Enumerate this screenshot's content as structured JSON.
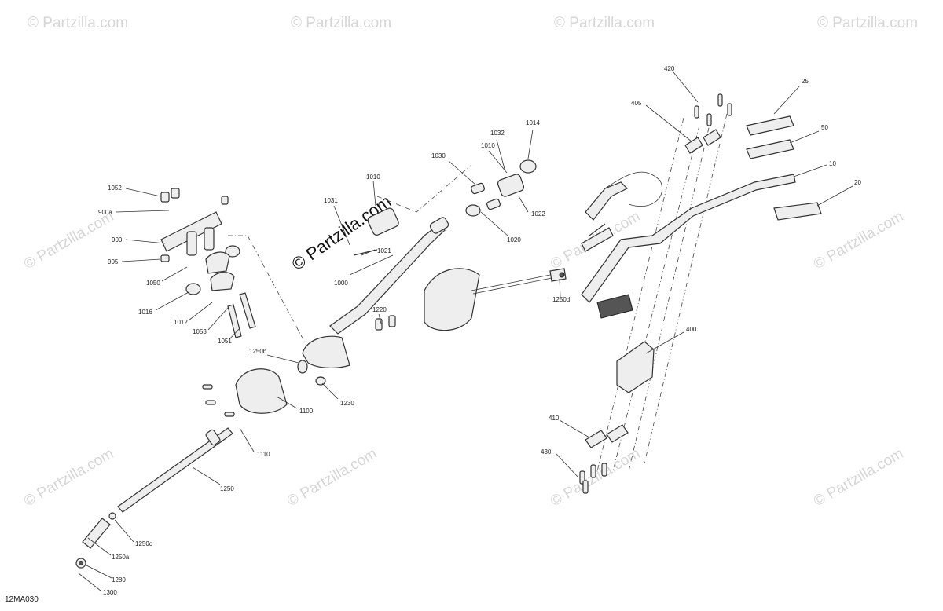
{
  "watermark": {
    "text": "© Partzilla.com",
    "center_text": "© Partzilla.com"
  },
  "figure_code": "12MA030",
  "callouts": [
    "1052",
    "900a",
    "900",
    "905",
    "1050",
    "1016",
    "1012",
    "1053",
    "1051",
    "1031",
    "1010",
    "1021",
    "1000",
    "1030",
    "1010",
    "1032",
    "1014",
    "1022",
    "1020",
    "1220",
    "1230",
    "1250b",
    "1100",
    "1110",
    "1250",
    "1250c",
    "1250a",
    "1280",
    "1300",
    "1250d",
    "420",
    "405",
    "25",
    "50",
    "10",
    "20",
    "400",
    "410",
    "430"
  ]
}
